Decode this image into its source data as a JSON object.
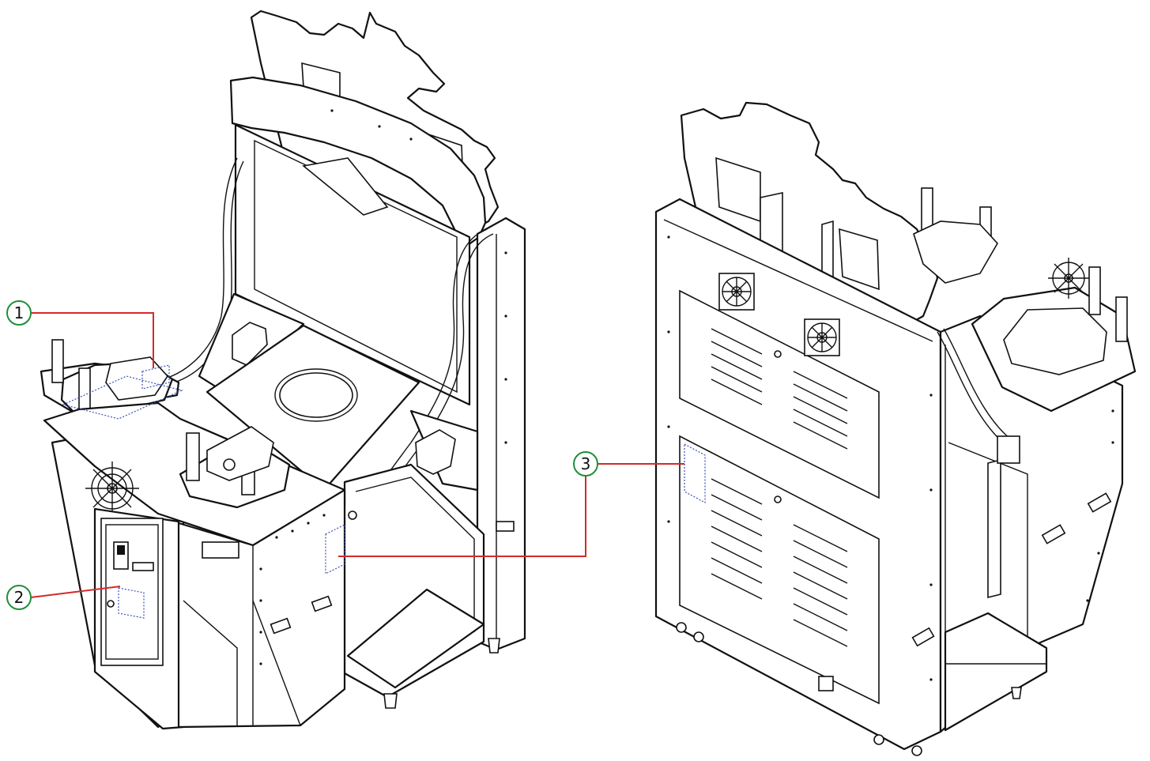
{
  "colors": {
    "callout_circle": "#1f8f3a",
    "leader_line": "#d42a2a",
    "hidden_marker": "#3a4fb5",
    "outline": "#111111"
  },
  "callouts": [
    {
      "number": "1"
    },
    {
      "number": "2"
    },
    {
      "number": "3"
    }
  ]
}
